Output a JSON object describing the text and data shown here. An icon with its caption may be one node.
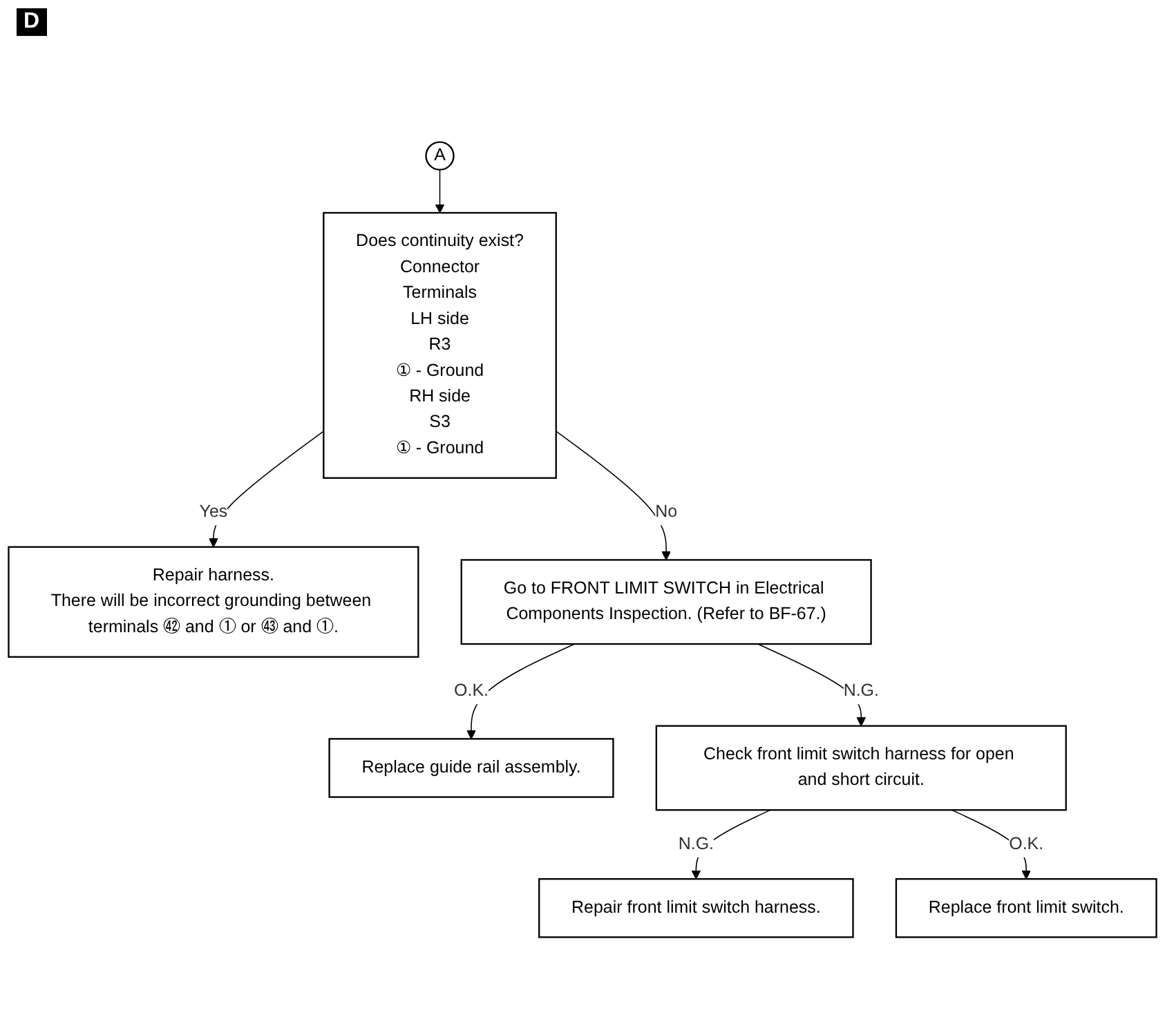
{
  "diagram": {
    "nodes": [
      {
        "text": [
          "A"
        ]
      },
      {
        "text": [
          "Does continuity exist?",
          "Connector",
          "Terminals",
          "LH side",
          "R3",
          "① - Ground",
          "RH side",
          "S3",
          "① - Ground"
        ]
      },
      {
        "text": [
          "Repair harness.",
          "There will be incorrect grounding between terminals ㊷ and ① or ㊸ and ①."
        ]
      },
      {
        "text": [
          "Go to FRONT LIMIT SWITCH in Electrical Components Inspection. (Refer to BF-67.)"
        ]
      },
      {
        "text": [
          "Replace guide rail assembly."
        ]
      },
      {
        "text": [
          "Check front limit switch harness for open and short circuit."
        ]
      },
      {
        "text": [
          "Repair front limit switch harness."
        ]
      },
      {
        "text": [
          "Replace front limit switch."
        ]
      }
    ],
    "edges": [
      {
        "from": 0,
        "to": 1,
        "arrow": "to"
      },
      {
        "from": 1,
        "to": 2,
        "label": "Yes",
        "arrow": "to"
      },
      {
        "from": 1,
        "to": 3,
        "label": "No",
        "arrow": "to"
      },
      {
        "from": 3,
        "to": 4,
        "label": "O.K.",
        "arrow": "to"
      },
      {
        "from": 3,
        "to": 5,
        "label": "N.G.",
        "arrow": "to"
      },
      {
        "from": 5,
        "to": 6,
        "label": "N.G.",
        "arrow": "to"
      },
      {
        "from": 5,
        "to": 7,
        "label": "O.K.",
        "arrow": "to"
      }
    ],
    "labels": [
      "D"
    ]
  }
}
